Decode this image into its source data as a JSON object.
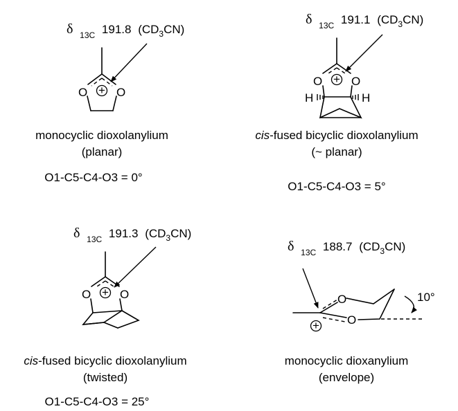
{
  "panels": {
    "top_left": {
      "delta_symbol": "δ",
      "nucleus": "13C",
      "shift": "191.8",
      "solvent_open": "(CD",
      "solvent_sub": "3",
      "solvent_close": "CN)",
      "atoms": [
        "O",
        "O"
      ],
      "charge": "+",
      "name": "monocyclic dioxolanylium",
      "shape": "(planar)",
      "dihedral": "O1-C5-C4-O3 = 0°"
    },
    "top_right": {
      "delta_symbol": "δ",
      "nucleus": "13C",
      "shift": "191.1",
      "solvent_open": "(CD",
      "solvent_sub": "3",
      "solvent_close": "CN)",
      "atoms": [
        "O",
        "O",
        "H",
        "H"
      ],
      "charge": "+",
      "name_italic": "cis",
      "name": "-fused bicyclic dioxolanylium",
      "shape": "(~ planar)",
      "dihedral": "O1-C5-C4-O3 = 5°"
    },
    "bottom_left": {
      "delta_symbol": "δ",
      "nucleus": "13C",
      "shift": "191.3",
      "solvent_open": "(CD",
      "solvent_sub": "3",
      "solvent_close": "CN)",
      "atoms": [
        "O",
        "O"
      ],
      "charge": "+",
      "name_italic": "cis",
      "name": "-fused bicyclic dioxolanylium",
      "shape": "(twisted)",
      "dihedral": "O1-C5-C4-O3 = 25°"
    },
    "bottom_right": {
      "delta_symbol": "δ",
      "nucleus": "13C",
      "shift": "188.7",
      "solvent_open": "(CD",
      "solvent_sub": "3",
      "solvent_close": "CN)",
      "atoms": [
        "O",
        "O"
      ],
      "charge": "+",
      "angle": "10°",
      "name": "monocyclic dioxanylium",
      "shape": "(envelope)"
    }
  }
}
